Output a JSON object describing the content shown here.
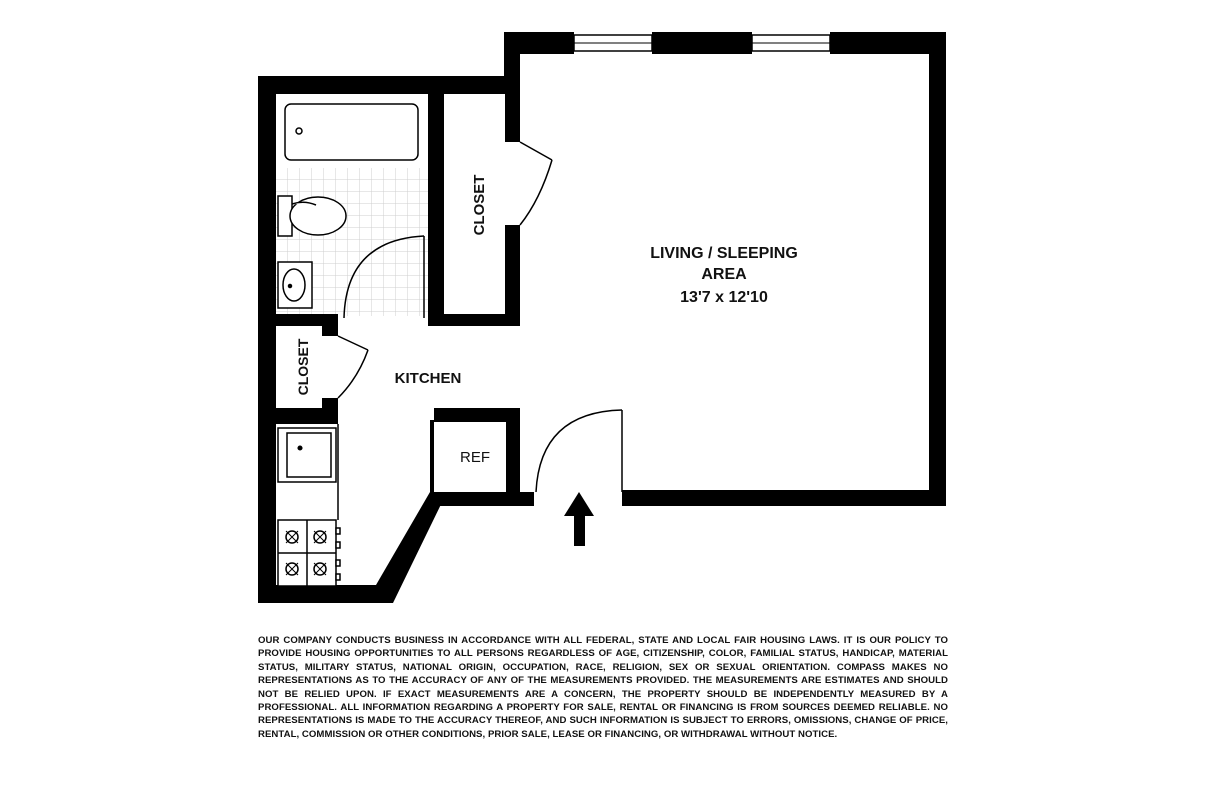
{
  "rooms": {
    "living_line1": "LIVING / SLEEPING",
    "living_line2": "AREA",
    "living_dims": "13'7 x 12'10",
    "closet_upper": "CLOSET",
    "closet_lower": "CLOSET",
    "kitchen": "KITCHEN",
    "ref": "REF"
  },
  "disclaimer": "OUR COMPANY CONDUCTS BUSINESS IN ACCORDANCE WITH ALL FEDERAL, STATE AND LOCAL FAIR HOUSING LAWS. IT IS OUR POLICY TO PROVIDE HOUSING OPPORTUNITIES TO ALL PERSONS REGARDLESS OF AGE, CITIZENSHIP, COLOR, FAMILIAL STATUS, HANDICAP, MATERIAL STATUS, MILITARY STATUS, NATIONAL ORIGIN, OCCUPATION, RACE, RELIGION, SEX OR SEXUAL ORIENTATION. COMPASS MAKES NO REPRESENTATIONS AS TO THE ACCURACY OF ANY OF THE MEASUREMENTS PROVIDED. THE MEASUREMENTS ARE ESTIMATES AND SHOULD NOT BE RELIED UPON. IF EXACT MEASUREMENTS ARE A CONCERN, THE PROPERTY SHOULD BE INDEPENDENTLY MEASURED BY A PROFESSIONAL. ALL INFORMATION REGARDING A PROPERTY FOR SALE, RENTAL OR FINANCING IS FROM SOURCES DEEMED RELIABLE. NO REPRESENTATIONS IS MADE TO THE ACCURACY THEREOF, AND SUCH INFORMATION IS SUBJECT TO ERRORS, OMISSIONS, CHANGE OF PRICE, RENTAL, COMMISSION OR OTHER CONDITIONS, PRIOR SALE, LEASE OR FINANCING, OR WITHDRAWAL WITHOUT NOTICE.",
  "icons": {
    "entry": "entry-arrow-icon",
    "bathtub": "bathtub-icon",
    "toilet": "toilet-icon",
    "bath_sink": "bathroom-sink-icon",
    "kitchen_sink": "kitchen-sink-icon",
    "stove": "stove-icon"
  },
  "colors": {
    "wall": "#000000",
    "tile": "#d9d9d9"
  }
}
